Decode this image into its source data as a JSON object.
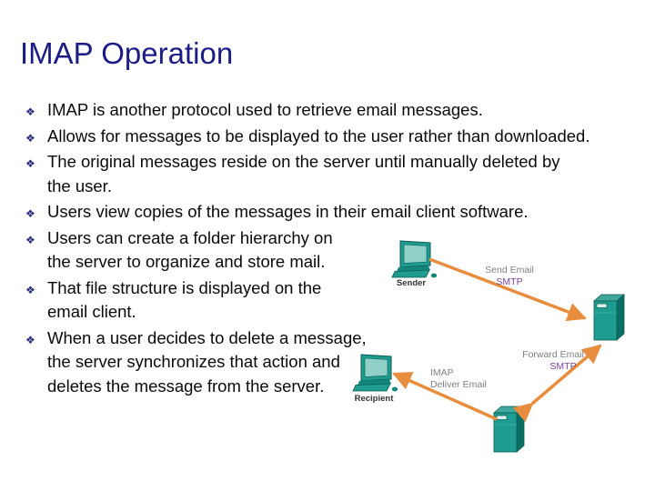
{
  "slide": {
    "title": "IMAP Operation",
    "bullet_glyph": "❖",
    "background": "#ffffff"
  },
  "bullets": [
    {
      "lines": [
        "IMAP is another protocol used to retrieve email messages."
      ]
    },
    {
      "lines": [
        "Allows for messages to be displayed to the user rather than downloaded."
      ]
    },
    {
      "lines": [
        "The original messages reside on the server until manually deleted by",
        "the user."
      ]
    },
    {
      "lines": [
        "Users view copies of the messages in their email client software."
      ]
    },
    {
      "lines": [
        "Users can create a folder hierarchy on",
        "the server to organize and store mail."
      ]
    },
    {
      "lines": [
        "That file structure is displayed on the",
        "email client."
      ]
    },
    {
      "lines": [
        "When a user decides to delete a message,",
        "the server synchronizes that action and",
        "deletes the message from the server."
      ]
    }
  ],
  "diagram": {
    "sender_label": "Sender",
    "recipient_label": "Recipient",
    "send_email": {
      "line1": "Send Email",
      "line2": "SMTP"
    },
    "forward_email": {
      "line1": "Forward Email",
      "line2": "SMTP"
    },
    "deliver_email": {
      "line1": "IMAP",
      "line2": "Deliver Email"
    }
  },
  "colors": {
    "title_navy": "#1c1c85",
    "body_text": "#0a0a0a",
    "bullet_navy": "#2a2a7a",
    "arrow_orange": "#e88d3d",
    "label_gray": "#7f7f7f",
    "smtp_purple": "#7b3f98",
    "device_teal": "#1e9c8f",
    "device_teal_dark": "#0b6e64",
    "device_teal_light": "#8fd1c8"
  }
}
